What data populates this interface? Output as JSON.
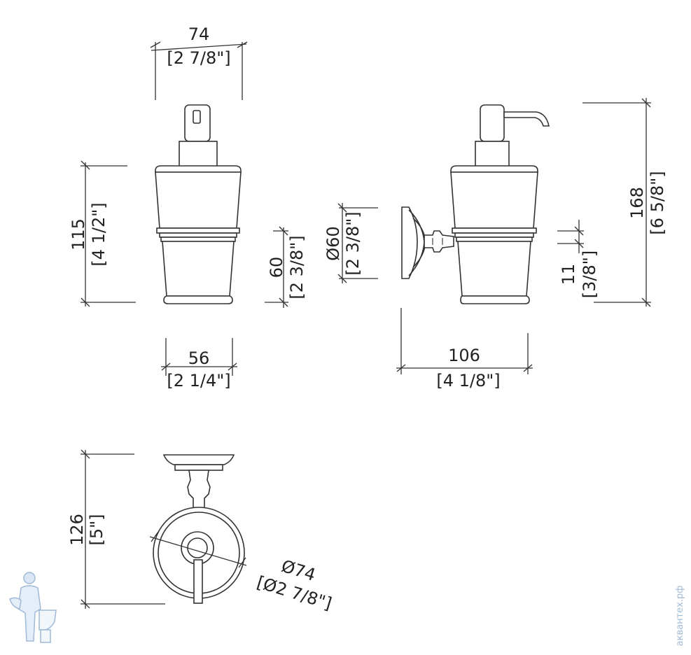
{
  "drawing": {
    "dimensions": {
      "front_width_top": {
        "mm": "74",
        "inch": "[2 7/8\"]"
      },
      "front_height": {
        "mm": "115",
        "inch": "[4 1/2\"]"
      },
      "front_lower_height": {
        "mm": "60",
        "inch": "[2 3/8\"]"
      },
      "base_width": {
        "mm": "56",
        "inch": "[2 1/4\"]"
      },
      "side_diameter": {
        "mm": "Ø60",
        "inch": "[2 3/8\"]"
      },
      "collar_height": {
        "mm": "11",
        "inch": "[3/8\"]"
      },
      "total_height": {
        "mm": "168",
        "inch": "[6 5/8\"]"
      },
      "projection": {
        "mm": "106",
        "inch": "[4 1/8\"]"
      },
      "top_depth": {
        "mm": "126",
        "inch": "[5\"]"
      },
      "top_diameter": {
        "mm": "Ø74",
        "inch": "[Ø2 7/8\"]"
      }
    },
    "watermark_text": "аквантех.рф"
  }
}
